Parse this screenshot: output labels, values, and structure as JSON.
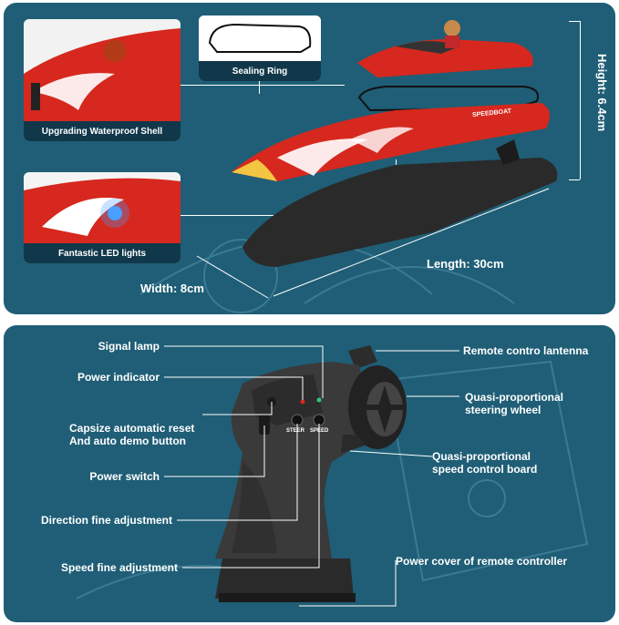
{
  "top": {
    "shell_label": "Upgrading Waterproof Shell",
    "led_label": "Fantastic LED lights",
    "ring_label": "Sealing Ring",
    "boat_brand": "SPEEDBOAT",
    "height_label": "Height: 6.4cm",
    "length_label": "Length: 30cm",
    "width_label": "Width: 8cm"
  },
  "bottom": {
    "labels": {
      "signal_lamp": "Signal lamp",
      "power_indicator": "Power indicator",
      "capsize_reset": "Capsize automatic reset\nAnd auto demo button",
      "power_switch": "Power switch",
      "direction_fine": "Direction fine adjustment",
      "speed_fine": "Speed fine adjustment",
      "antenna": "Remote contro lantenna",
      "steering_wheel": "Quasi-proportional\nsteering wheel",
      "speed_board": "Quasi-proportional\nspeed control board",
      "power_cover": "Power cover of remote controller"
    },
    "knob_labels": {
      "steer": "STEER",
      "speed": "SPEED"
    }
  },
  "colors": {
    "panel": "#1f5e76",
    "caption": "#10384a",
    "boat_red": "#d6281e",
    "hull": "#2a2a2a"
  }
}
